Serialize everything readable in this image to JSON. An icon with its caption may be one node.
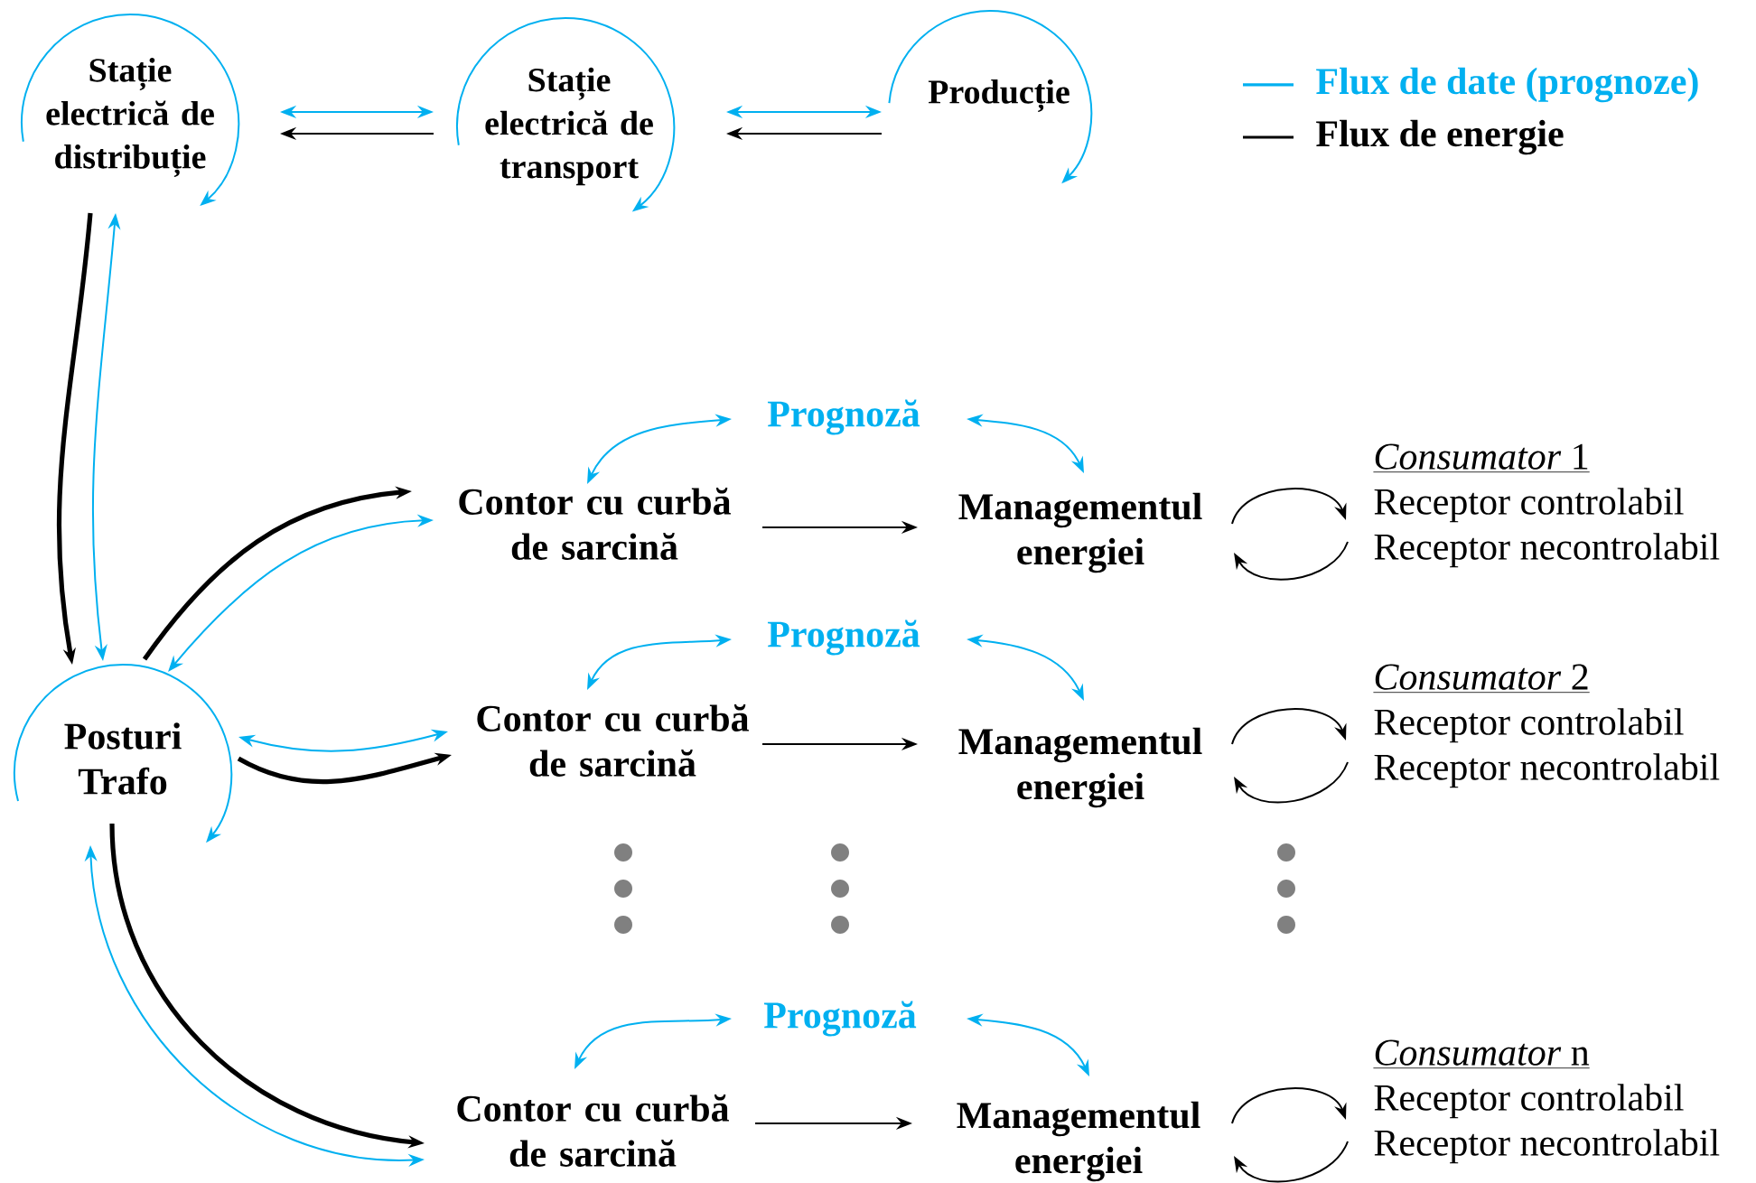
{
  "diagram": {
    "nodes": [
      {
        "text": [
          "Stație electrică de distribuție"
        ]
      },
      {
        "text": [
          "Stație electrică de transport"
        ]
      },
      {
        "text": [
          "Producție"
        ]
      },
      {
        "text": [
          "Posturi Trafo"
        ]
      },
      {
        "text": [
          "Prognoză"
        ]
      },
      {
        "text": [
          "Contor cu curbă de sarcină"
        ]
      },
      {
        "text": [
          "Managementul energiei"
        ]
      },
      {
        "text": [
          "*Consumator* 1",
          "Receptor controlabil",
          "Receptor necontrolabil"
        ]
      },
      {
        "text": [
          "Prognoză"
        ]
      },
      {
        "text": [
          "Contor cu curbă de sarcină"
        ]
      },
      {
        "text": [
          "Managementul energiei"
        ]
      },
      {
        "text": [
          "*Consumator* 2",
          "Receptor controlabil",
          "Receptor necontrolabil"
        ]
      },
      {
        "text": [
          "Prognoză"
        ]
      },
      {
        "text": [
          "Contor cu curbă de sarcină"
        ]
      },
      {
        "text": [
          "Managementul energiei"
        ]
      },
      {
        "text": [
          "*Consumator* n",
          "Receptor controlabil",
          "Receptor necontrolabil"
        ]
      }
    ],
    "edges": [
      {
        "from": 0,
        "to": 1,
        "arrow": "both",
        "color": "#00b0f0"
      },
      {
        "from": 1,
        "to": 0,
        "arrow": "to",
        "color": "#000000"
      },
      {
        "from": 1,
        "to": 2,
        "arrow": "both",
        "color": "#00b0f0"
      },
      {
        "from": 2,
        "to": 1,
        "arrow": "to",
        "color": "#000000"
      },
      {
        "from": 0,
        "to": 3,
        "arrow": "to",
        "style": "thick",
        "color": "#000000"
      },
      {
        "from": 3,
        "to": 0,
        "arrow": "both",
        "color": "#00b0f0"
      },
      {
        "from": 3,
        "to": 5,
        "arrow": "to",
        "style": "thick",
        "color": "#000000"
      },
      {
        "from": 5,
        "to": 3,
        "arrow": "both",
        "color": "#00b0f0"
      },
      {
        "from": 9,
        "to": 3,
        "arrow": "both",
        "color": "#00b0f0"
      },
      {
        "from": 3,
        "to": 9,
        "arrow": "to",
        "style": "thick",
        "color": "#000000"
      },
      {
        "from": 3,
        "to": 13,
        "arrow": "to",
        "style": "thick",
        "color": "#000000"
      },
      {
        "from": 13,
        "to": 3,
        "arrow": "both",
        "color": "#00b0f0"
      },
      {
        "from": 4,
        "to": 5,
        "arrow": "both",
        "color": "#00b0f0"
      },
      {
        "from": 4,
        "to": 6,
        "arrow": "both",
        "color": "#00b0f0"
      },
      {
        "from": 5,
        "to": 6,
        "arrow": "to",
        "color": "#000000"
      },
      {
        "from": 6,
        "to": 7,
        "arrow": "to",
        "color": "#000000"
      },
      {
        "from": 7,
        "to": 6,
        "arrow": "to",
        "color": "#000000"
      },
      {
        "from": 8,
        "to": 9,
        "arrow": "both",
        "color": "#00b0f0"
      },
      {
        "from": 8,
        "to": 10,
        "arrow": "both",
        "color": "#00b0f0"
      },
      {
        "from": 9,
        "to": 10,
        "arrow": "to",
        "color": "#000000"
      },
      {
        "from": 10,
        "to": 11,
        "arrow": "to",
        "color": "#000000"
      },
      {
        "from": 11,
        "to": 10,
        "arrow": "to",
        "color": "#000000"
      },
      {
        "from": 12,
        "to": 13,
        "arrow": "both",
        "color": "#00b0f0"
      },
      {
        "from": 12,
        "to": 14,
        "arrow": "both",
        "color": "#00b0f0"
      },
      {
        "from": 13,
        "to": 14,
        "arrow": "to",
        "color": "#000000"
      },
      {
        "from": 14,
        "to": 15,
        "arrow": "to",
        "color": "#000000"
      },
      {
        "from": 15,
        "to": 14,
        "arrow": "to",
        "color": "#000000"
      },
      {
        "from": 0,
        "to": 0,
        "arrow": "to",
        "color": "#00b0f0"
      },
      {
        "from": 1,
        "to": 1,
        "arrow": "to",
        "color": "#00b0f0"
      },
      {
        "from": 2,
        "to": 2,
        "arrow": "to",
        "color": "#00b0f0"
      },
      {
        "from": 3,
        "to": 3,
        "arrow": "to",
        "color": "#00b0f0"
      }
    ],
    "legend": [
      {
        "text": "Flux de date (prognoze)"
      },
      {
        "text": "Flux de energie"
      }
    ]
  }
}
